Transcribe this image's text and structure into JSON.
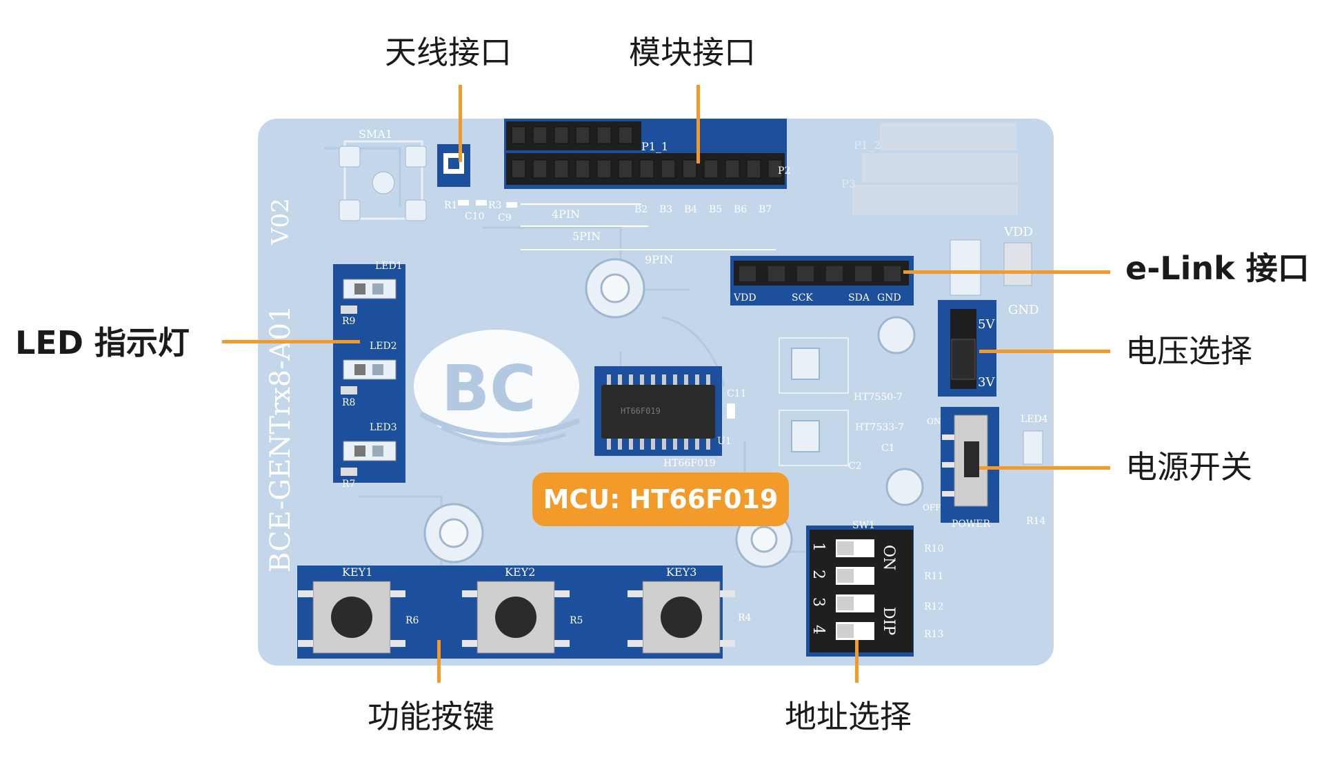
{
  "callouts": {
    "antenna": "天线接口",
    "module": "模块接口",
    "elink": "e-Link 接口",
    "led": "LED 指示灯",
    "voltage": "电压选择",
    "power": "电源开关",
    "keys": "功能按键",
    "address": "地址选择"
  },
  "mcu_label": "MCU: HT66F019",
  "silkscreen": {
    "version": "V02",
    "board_name": "BCE-GENTrx8-A01",
    "logo": "BC",
    "sma": "SMA1",
    "p1": "P1_1",
    "p1_2": "P1_2",
    "p2": "P2",
    "p3": "P3",
    "pin4": "4PIN",
    "pin5": "5PIN",
    "pin9": "9PIN",
    "elink_pins": [
      "VDD",
      "SCK",
      "SDA",
      "GND"
    ],
    "vdd": "VDD",
    "gnd": "GND",
    "v5": "5V",
    "v3": "3V",
    "led1": "LED1",
    "led2": "LED2",
    "led3": "LED3",
    "led4": "LED4",
    "r9": "R9",
    "r8": "R8",
    "r7": "R7",
    "key1": "KEY1",
    "key2": "KEY2",
    "key3": "KEY3",
    "r6": "R6",
    "r5": "R5",
    "r4": "R4",
    "sw1": "SW1",
    "on": "ON",
    "dip": "DIP",
    "dip_numbers": [
      "1",
      "2",
      "3",
      "4"
    ],
    "r10": "R10",
    "r11": "R11",
    "r12": "R12",
    "r13": "R13",
    "r14": "R14",
    "power": "POWER",
    "on_small": "ON",
    "off_small": "OFF",
    "u1": "U1",
    "c11": "C11",
    "chip": "HT66F019",
    "reg1": "HT7550-7",
    "reg2": "HT7533-7",
    "c1": "C1",
    "c2": "C2",
    "r1": "R1",
    "r3": "R3",
    "c10": "C10",
    "c9": "C9",
    "b_labels": [
      "B2",
      "B3",
      "B4",
      "B5",
      "B6",
      "B7"
    ]
  },
  "colors": {
    "accent": "#f39b2a",
    "board": "#c3d6ea",
    "highlight": "#1c4f9c",
    "header": "#1f1f1f"
  }
}
